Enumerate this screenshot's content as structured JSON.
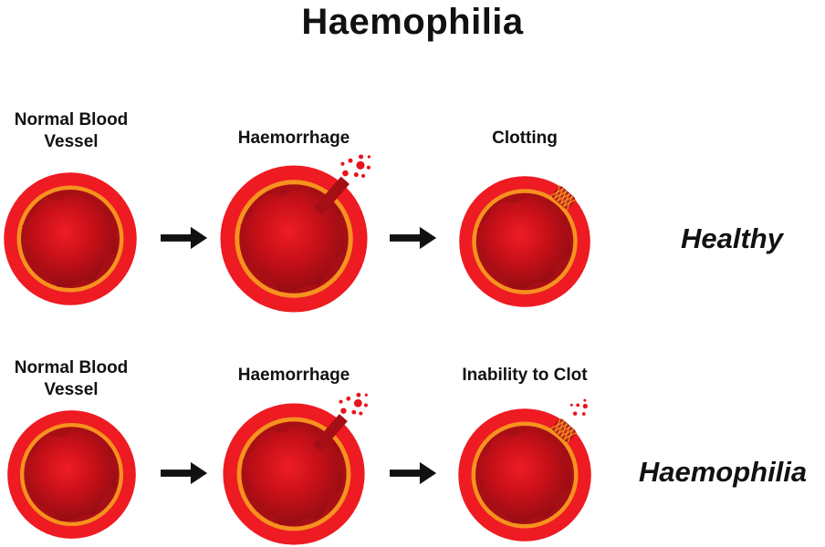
{
  "title": "Haemophilia",
  "colors": {
    "vessel_outer": "#ee1b22",
    "vessel_ring": "#f6921e",
    "vessel_inner": "#a80f15",
    "inner_gradient_center": "#ef1d24",
    "inner_gradient_mid": "#c91019",
    "inner_gradient_edge": "#8f0c12",
    "break_channel": "#a50e14",
    "droplet": "#e8131b",
    "clot_fill": "#c22a20",
    "clot_mesh": "#f6921e",
    "arrow": "#111111",
    "text": "#111111"
  },
  "rows": [
    {
      "name": "healthy",
      "label": "Healthy",
      "steps": [
        {
          "caption": "Normal Blood\nVessel",
          "type": "normal"
        },
        {
          "caption": "Haemorrhage",
          "type": "haemorrhage"
        },
        {
          "caption": "Clotting",
          "type": "clot"
        }
      ]
    },
    {
      "name": "haemophilia",
      "label": "Haemophilia",
      "steps": [
        {
          "caption": "Normal Blood\nVessel",
          "type": "normal"
        },
        {
          "caption": "Haemorrhage",
          "type": "haemorrhage"
        },
        {
          "caption": "Inability to Clot",
          "type": "clot-bleed"
        }
      ]
    }
  ]
}
